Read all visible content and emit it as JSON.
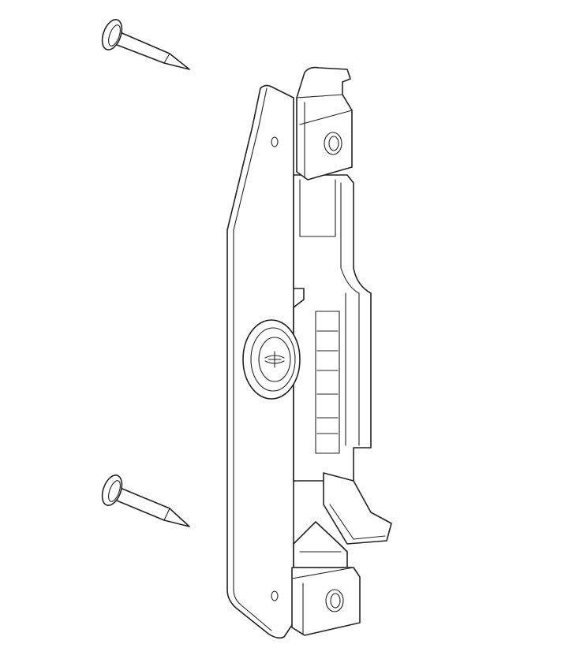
{
  "figure": {
    "parts": [
      "nail-top",
      "nail-bottom",
      "keeper-plate",
      "mounting-screw",
      "latch-catch"
    ],
    "colors": {
      "line": "#222222",
      "background": "#ffffff"
    }
  }
}
